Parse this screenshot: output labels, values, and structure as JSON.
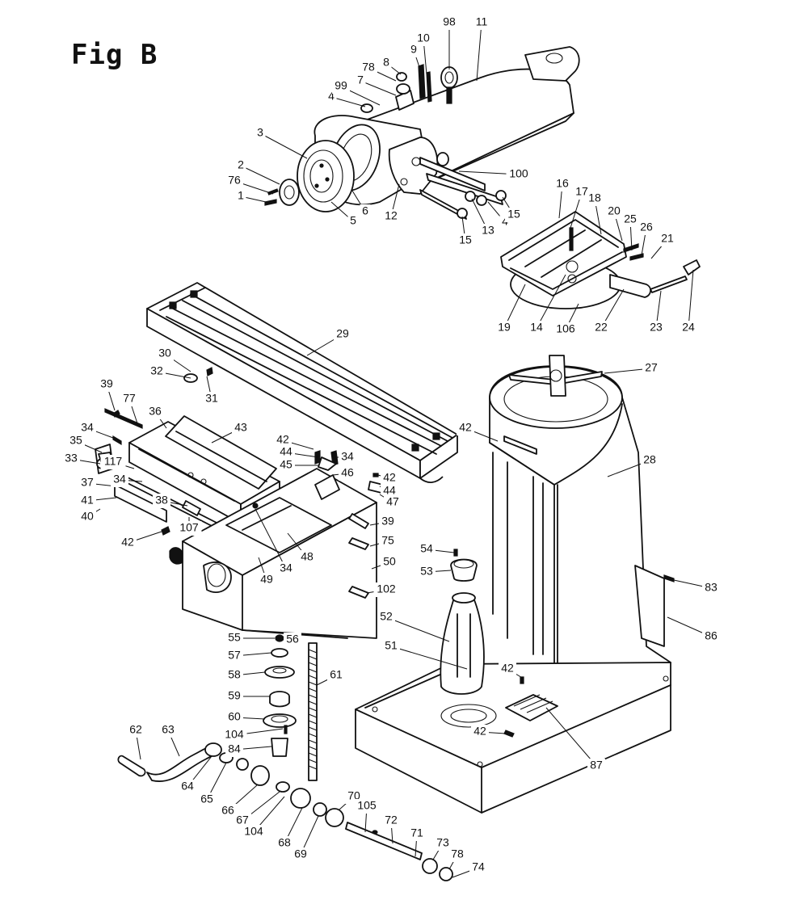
{
  "figure": {
    "title": "Fig B"
  },
  "colors": {
    "line": "#111111",
    "background": "#ffffff"
  },
  "callouts": [
    "1",
    "2",
    "3",
    "4",
    "5",
    "6",
    "7",
    "8",
    "9",
    "10",
    "11",
    "12",
    "13",
    "14",
    "15",
    "16",
    "17",
    "18",
    "19",
    "20",
    "21",
    "22",
    "23",
    "24",
    "25",
    "26",
    "27",
    "28",
    "29",
    "30",
    "31",
    "32",
    "33",
    "34",
    "35",
    "36",
    "37",
    "38",
    "39",
    "40",
    "41",
    "42",
    "43",
    "44",
    "45",
    "46",
    "47",
    "48",
    "49",
    "50",
    "51",
    "52",
    "53",
    "54",
    "55",
    "56",
    "57",
    "58",
    "59",
    "60",
    "61",
    "62",
    "63",
    "64",
    "65",
    "66",
    "67",
    "68",
    "69",
    "70",
    "71",
    "72",
    "73",
    "74",
    "75",
    "76",
    "77",
    "78",
    "83",
    "84",
    "86",
    "87",
    "98",
    "99",
    "100",
    "102",
    "104",
    "105",
    "106",
    "107",
    "117"
  ]
}
